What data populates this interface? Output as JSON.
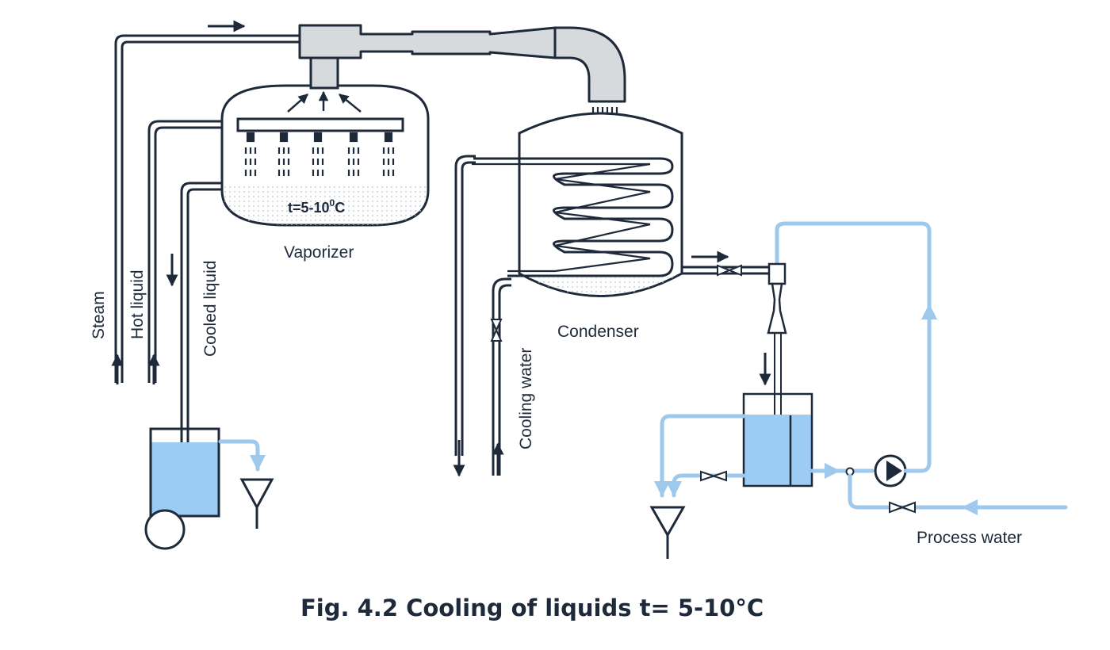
{
  "labels": {
    "steam": "Steam",
    "hot_liquid": "Hot liquid",
    "cooled_liquid": "Cooled liquid",
    "vaporizer": "Vaporizer",
    "temperature": "t=5-10",
    "temperature_sup": "0",
    "temperature_unit": "C",
    "condenser": "Condenser",
    "cooling_water": "Cooling water",
    "process_water": "Process water"
  },
  "caption": "Fig. 4.2 Cooling of liquids t= 5-10°C",
  "colors": {
    "line": "#1e2a3a",
    "water": "#9ec8ec",
    "water_fill": "#9ccbf3",
    "pipe_fill": "#d7dadd"
  }
}
